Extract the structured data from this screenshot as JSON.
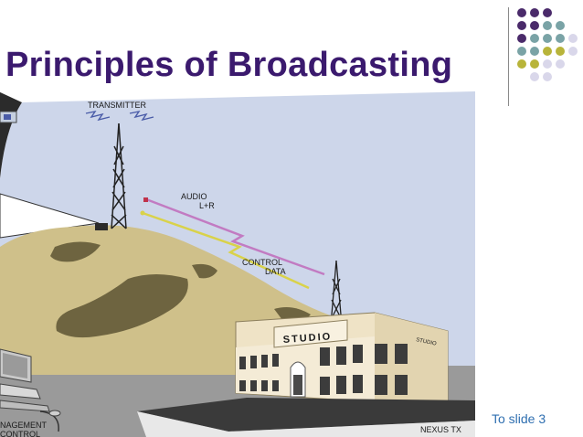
{
  "slide": {
    "title": "Principles of Broadcasting",
    "link_text": "To slide 3"
  },
  "diagram": {
    "transmitter_label": "TRANSMITTER",
    "audio_label": "AUDIO",
    "audio_sub_label": "L+R",
    "control_label": "CONTROL",
    "data_label": "DATA",
    "studio_label": "STUDIO",
    "studio_side_label": "STUDIO",
    "nexus_label": "NEXUS TX",
    "management_label_1": "NAGEMENT",
    "management_label_2": "CONTROL"
  },
  "colors": {
    "title": "#3b1a6e",
    "sky": "#cdd6ea",
    "hill": "#cfc08a",
    "hill_dark": "#6e6440",
    "building": "#efe3c6",
    "audio_link": "#c27bc2",
    "control_link": "#d9d24a",
    "dot_purple": "#4a2a6a",
    "dot_teal": "#7aa3a6",
    "dot_olive": "#b8b43a",
    "dot_lavender": "#d9d7ea",
    "link": "#2f6fb0"
  }
}
